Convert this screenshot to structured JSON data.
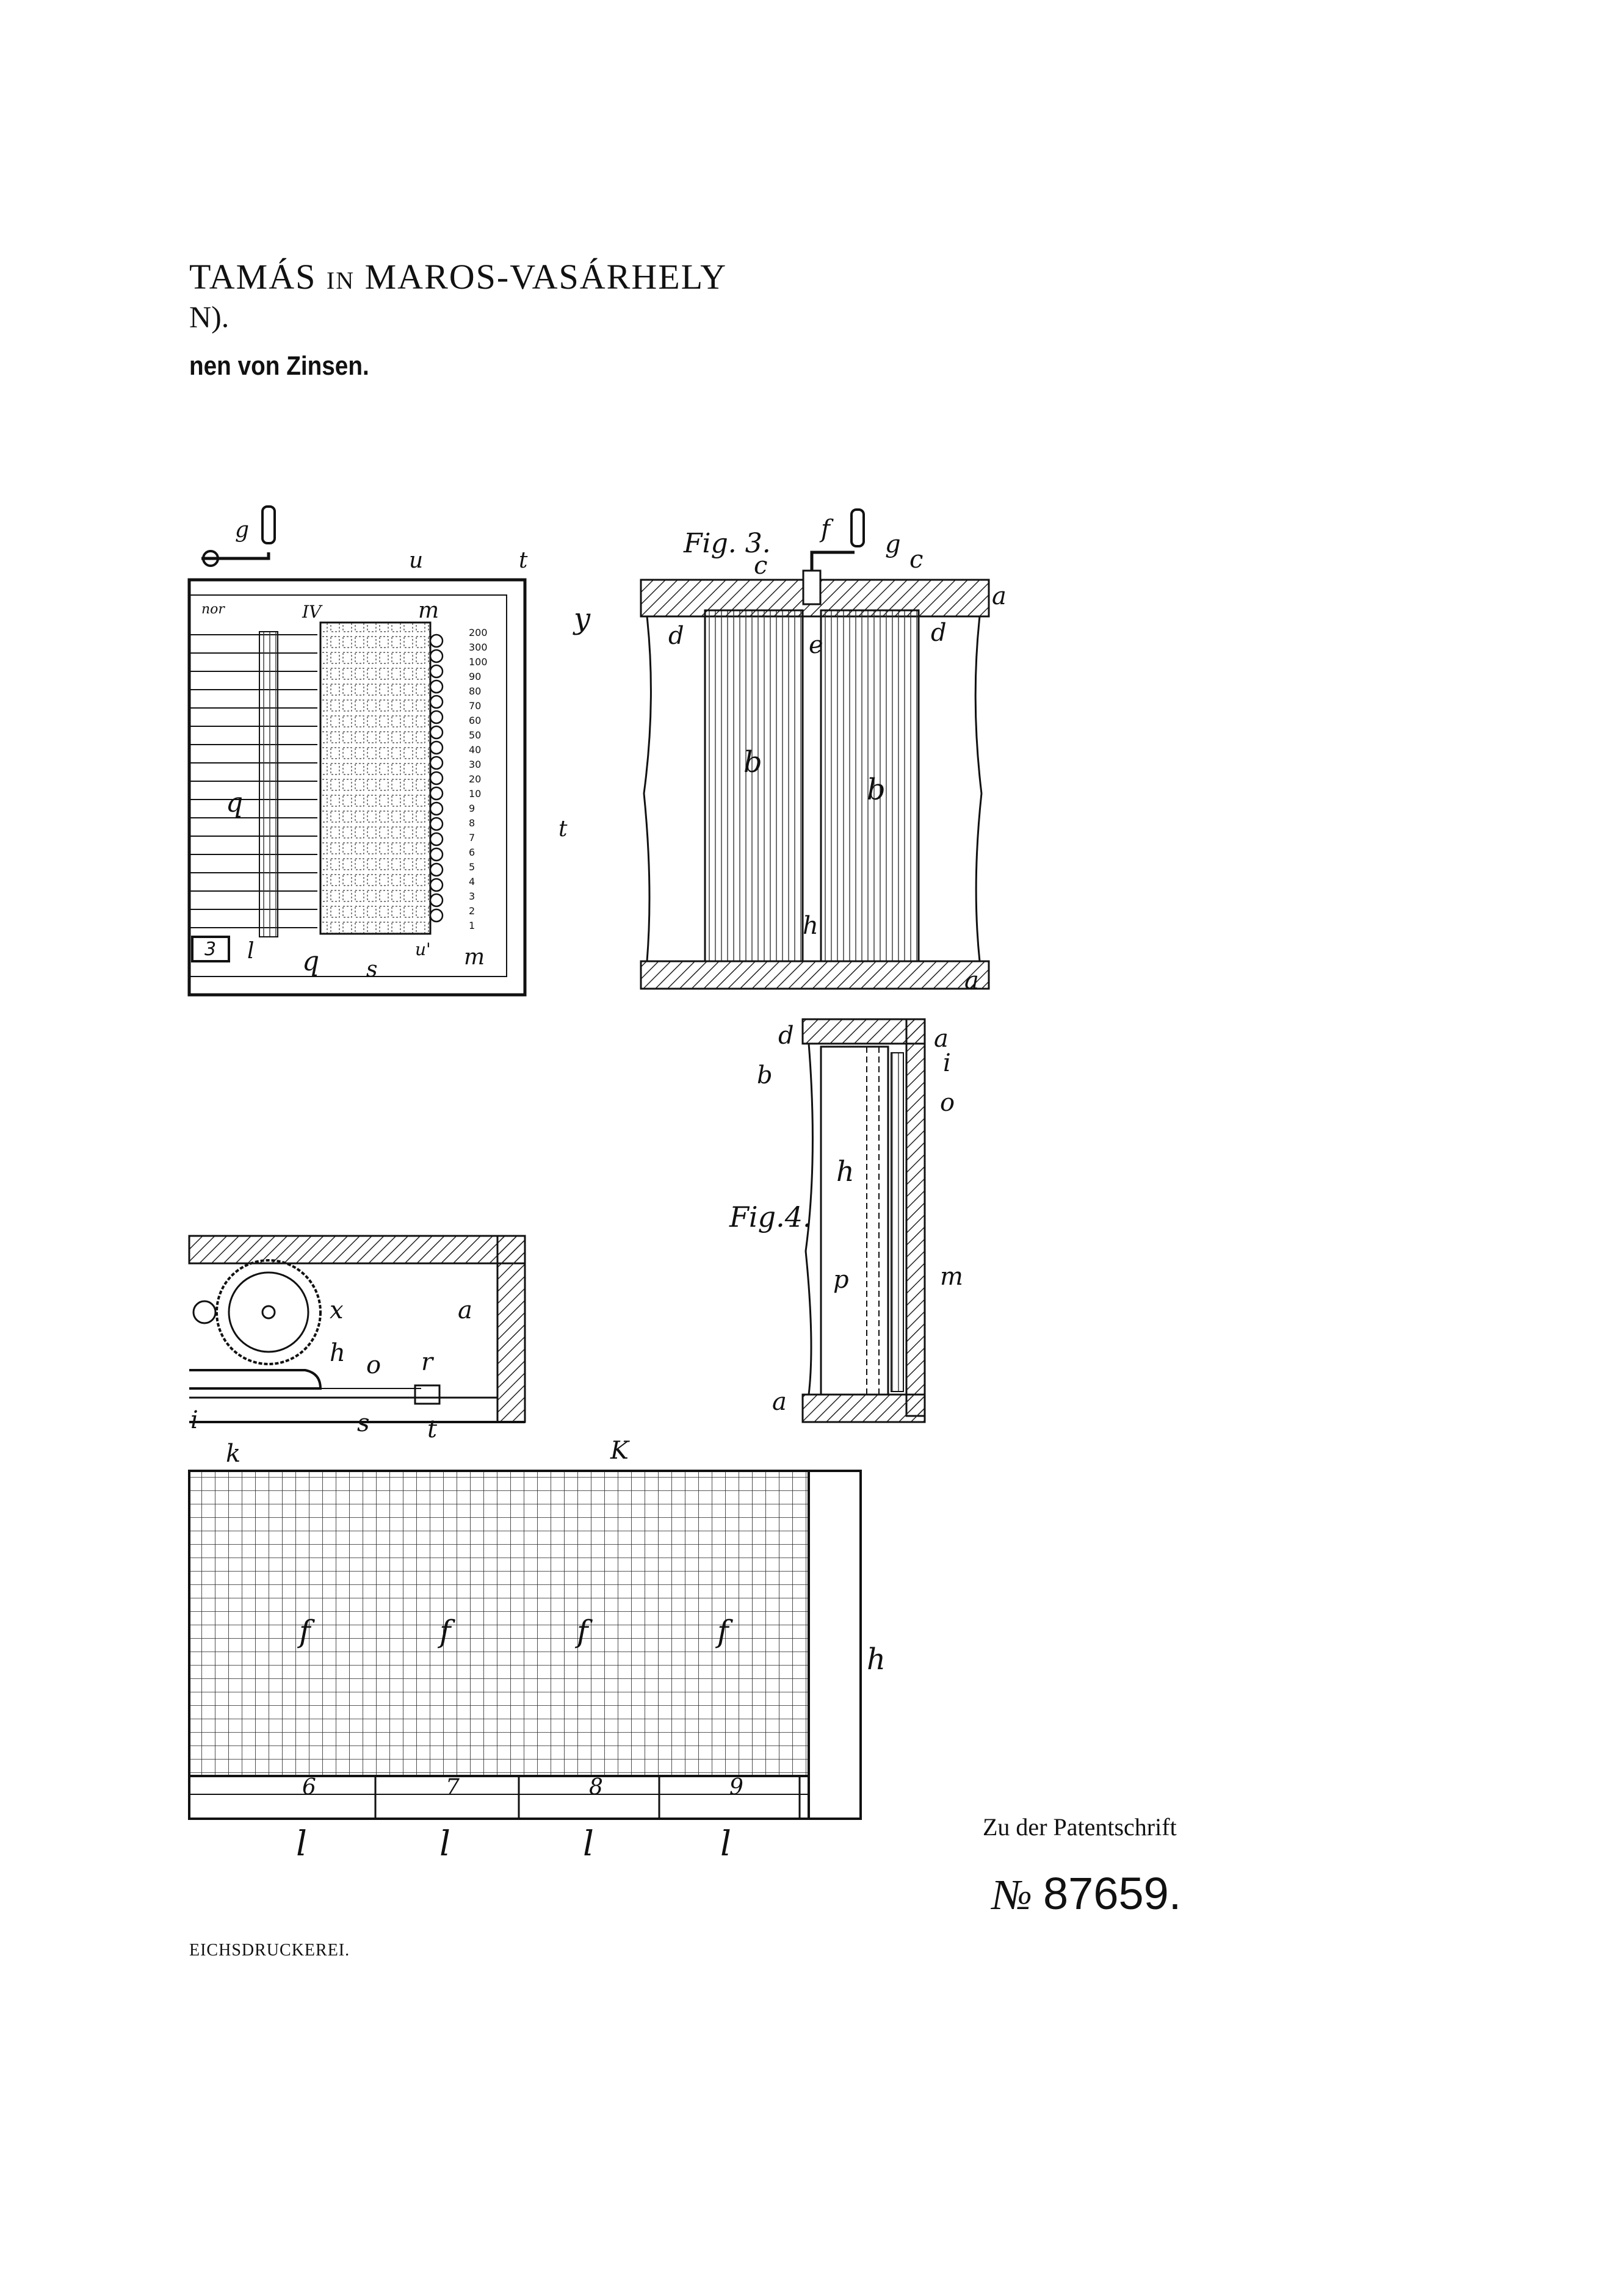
{
  "header": {
    "patentee_main": "TAMÁS",
    "patentee_in": "IN",
    "patentee_place": "MAROS-VASÁRHELY",
    "patentee_line2": "N).",
    "title_fragment": "nen von Zinsen."
  },
  "figures": {
    "fig3_label": "Fig. 3.",
    "fig4_label": "Fig.4.",
    "fig3_letters": [
      "f",
      "g",
      "c",
      "c",
      "a",
      "d",
      "d",
      "e",
      "b",
      "b",
      "h",
      "a"
    ],
    "fig4_letters": [
      "d",
      "a",
      "b",
      "i",
      "o",
      "h",
      "p",
      "m",
      "a"
    ],
    "fig1_letters": [
      "g",
      "u",
      "t",
      "m",
      "IV",
      "y",
      "q",
      "t",
      "l",
      "q",
      "s",
      "u'",
      "m"
    ],
    "fig1_header_word": "nor",
    "fig1_box_value": "3",
    "fig1_scale": [
      "200",
      "300",
      "100",
      "90",
      "80",
      "70",
      "60",
      "50",
      "40",
      "30",
      "20",
      "10",
      "9",
      "8",
      "7",
      "6",
      "5",
      "4",
      "3",
      "2",
      "1"
    ],
    "fig2_letters": [
      "x",
      "a",
      "h",
      "o",
      "r",
      "s",
      "t",
      "i"
    ],
    "fig5_letters": [
      "k",
      "K",
      "h",
      "f",
      "f",
      "f",
      "f"
    ],
    "fig5_columns": [
      "6",
      "7",
      "8",
      "9"
    ],
    "fig5_bottom_letters": [
      "l",
      "l",
      "l",
      "l"
    ]
  },
  "footer": {
    "zu_text": "Zu der Patentschrift",
    "no_symbol": "№",
    "patent_number": "87659.",
    "printer": "EICHSDRUCKEREI."
  }
}
